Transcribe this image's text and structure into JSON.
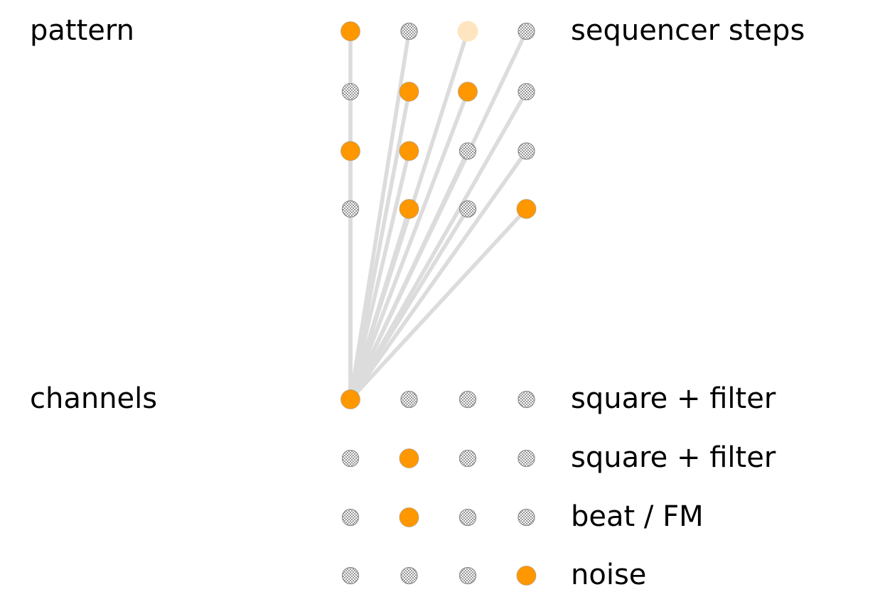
{
  "labels": {
    "pattern": "pattern",
    "sequencer_steps": "sequencer steps",
    "channels": "channels"
  },
  "channels": [
    {
      "label": "square + filter"
    },
    {
      "label": "square + filter"
    },
    {
      "label": "beat / FM"
    },
    {
      "label": "noise"
    }
  ],
  "pattern_grid": {
    "rows": 4,
    "cols": 4,
    "cells": [
      [
        "active",
        "inactive",
        "ghost",
        "inactive"
      ],
      [
        "inactive",
        "active",
        "active",
        "inactive"
      ],
      [
        "active",
        "active",
        "inactive",
        "inactive"
      ],
      [
        "inactive",
        "active",
        "inactive",
        "active"
      ]
    ]
  },
  "channel_grid": {
    "rows": 4,
    "cols": 4,
    "cells": [
      [
        "active",
        "inactive",
        "inactive",
        "inactive"
      ],
      [
        "inactive",
        "active",
        "inactive",
        "inactive"
      ],
      [
        "inactive",
        "active",
        "inactive",
        "inactive"
      ],
      [
        "inactive",
        "inactive",
        "inactive",
        "active"
      ]
    ]
  },
  "connections": {
    "description": "every pattern step dot connects to channel grid dot row 0 col 0",
    "target": {
      "row": 0,
      "col": 0
    }
  },
  "colors": {
    "active_orange": "#ff9800",
    "ghost_peach": "#ffe5bf",
    "connector_gray": "#dcdcdc",
    "checker_gray": "#969696",
    "checker_border": "#8f8f8f",
    "text": "#000000",
    "background": "#ffffff"
  }
}
